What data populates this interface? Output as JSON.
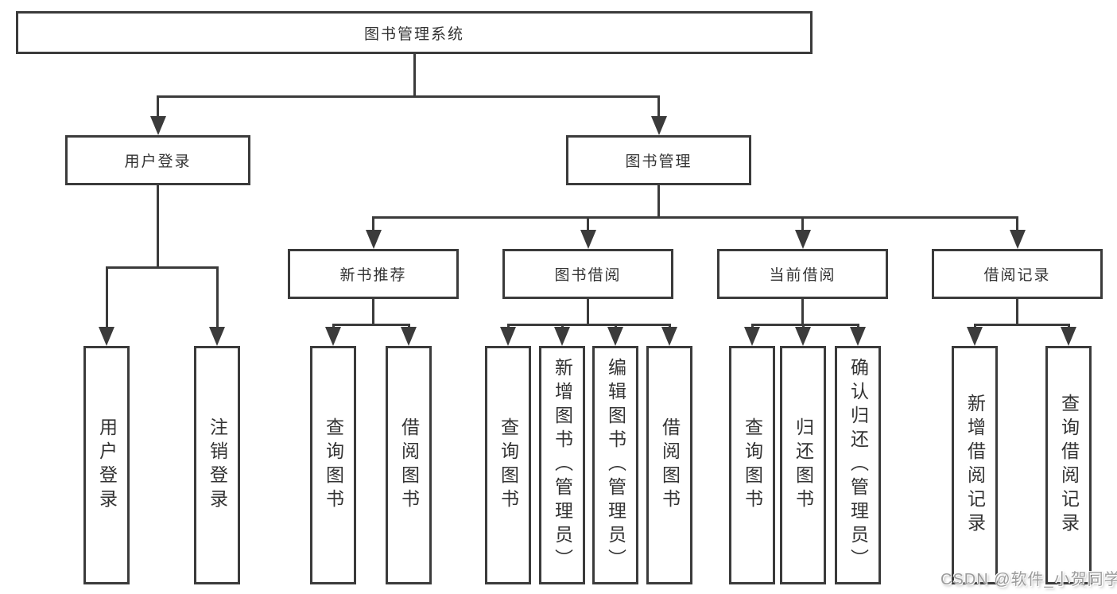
{
  "diagram": {
    "root": {
      "label": "图书管理系统"
    },
    "level2": [
      {
        "label": "用户登录",
        "leaves": [
          "用户登录",
          "注销登录"
        ]
      },
      {
        "label": "图书管理",
        "level3": [
          {
            "label": "新书推荐",
            "leaves": [
              "查询图书",
              "借阅图书"
            ]
          },
          {
            "label": "图书借阅",
            "leaves": [
              "查询图书",
              "新增图书（管理员）",
              "编辑图书（管理员）",
              "借阅图书"
            ]
          },
          {
            "label": "当前借阅",
            "leaves": [
              "查询图书",
              "归还图书",
              "确认归还（管理员）"
            ]
          },
          {
            "label": "借阅记录",
            "leaves": [
              "新增借阅记录",
              "查询借阅记录"
            ]
          }
        ]
      }
    ]
  },
  "watermark": {
    "text": "CSDN @软件_小贺同学",
    "color": "#9c9c9c"
  },
  "colors": {
    "line": "#3b3b3b",
    "box_border": "#3b3b3b",
    "text": "#333333",
    "background": "#ffffff"
  }
}
